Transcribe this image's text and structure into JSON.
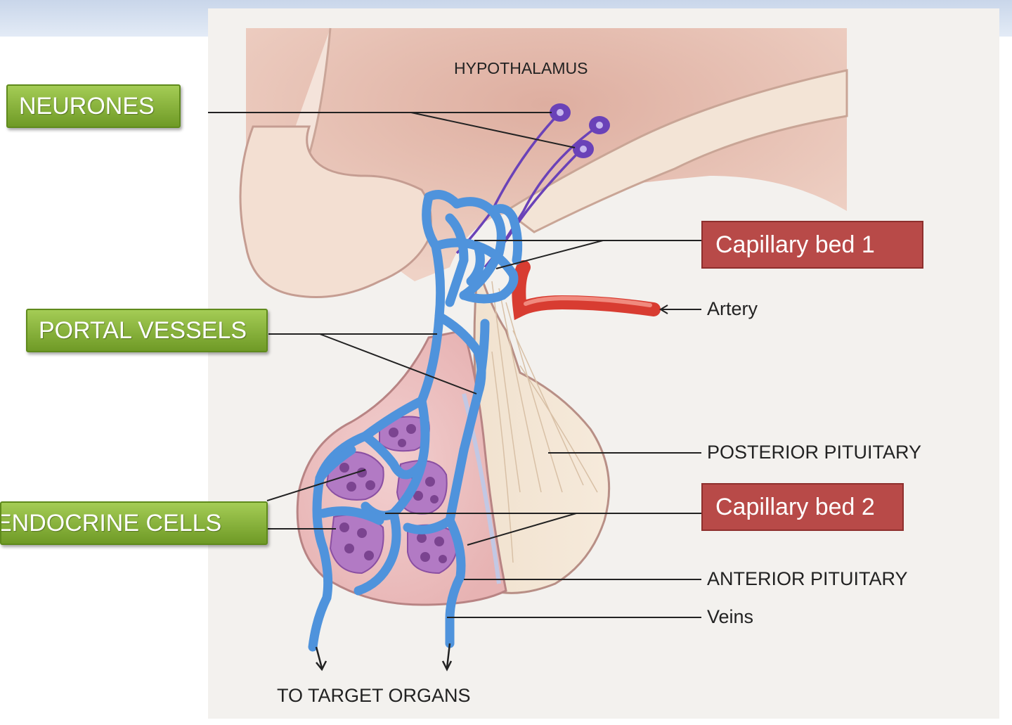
{
  "labels": {
    "neurones": "NEURONES",
    "portal_vessels": "PORTAL VESSELS",
    "endocrine_cells": "ENDOCRINE CELLS",
    "capillary_bed_1": "Capillary bed 1",
    "capillary_bed_2": "Capillary bed 2"
  },
  "diagram_text": {
    "hypothalamus": "HYPOTHALAMUS",
    "artery": "Artery",
    "posterior_pituitary": "POSTERIOR PITUITARY",
    "anterior_pituitary": "ANTERIOR PITUITARY",
    "veins": "Veins",
    "to_target_organs": "TO TARGET ORGANS"
  },
  "colors": {
    "green_label": "#7fac33",
    "red_label": "#b84a48",
    "vessel_blue": "#4f93dc",
    "artery_red": "#e0463a",
    "neuron_purple": "#6a42b8",
    "cell_purple": "#b27ac4",
    "hypothalamus_tissue": "#e3b9a8"
  }
}
